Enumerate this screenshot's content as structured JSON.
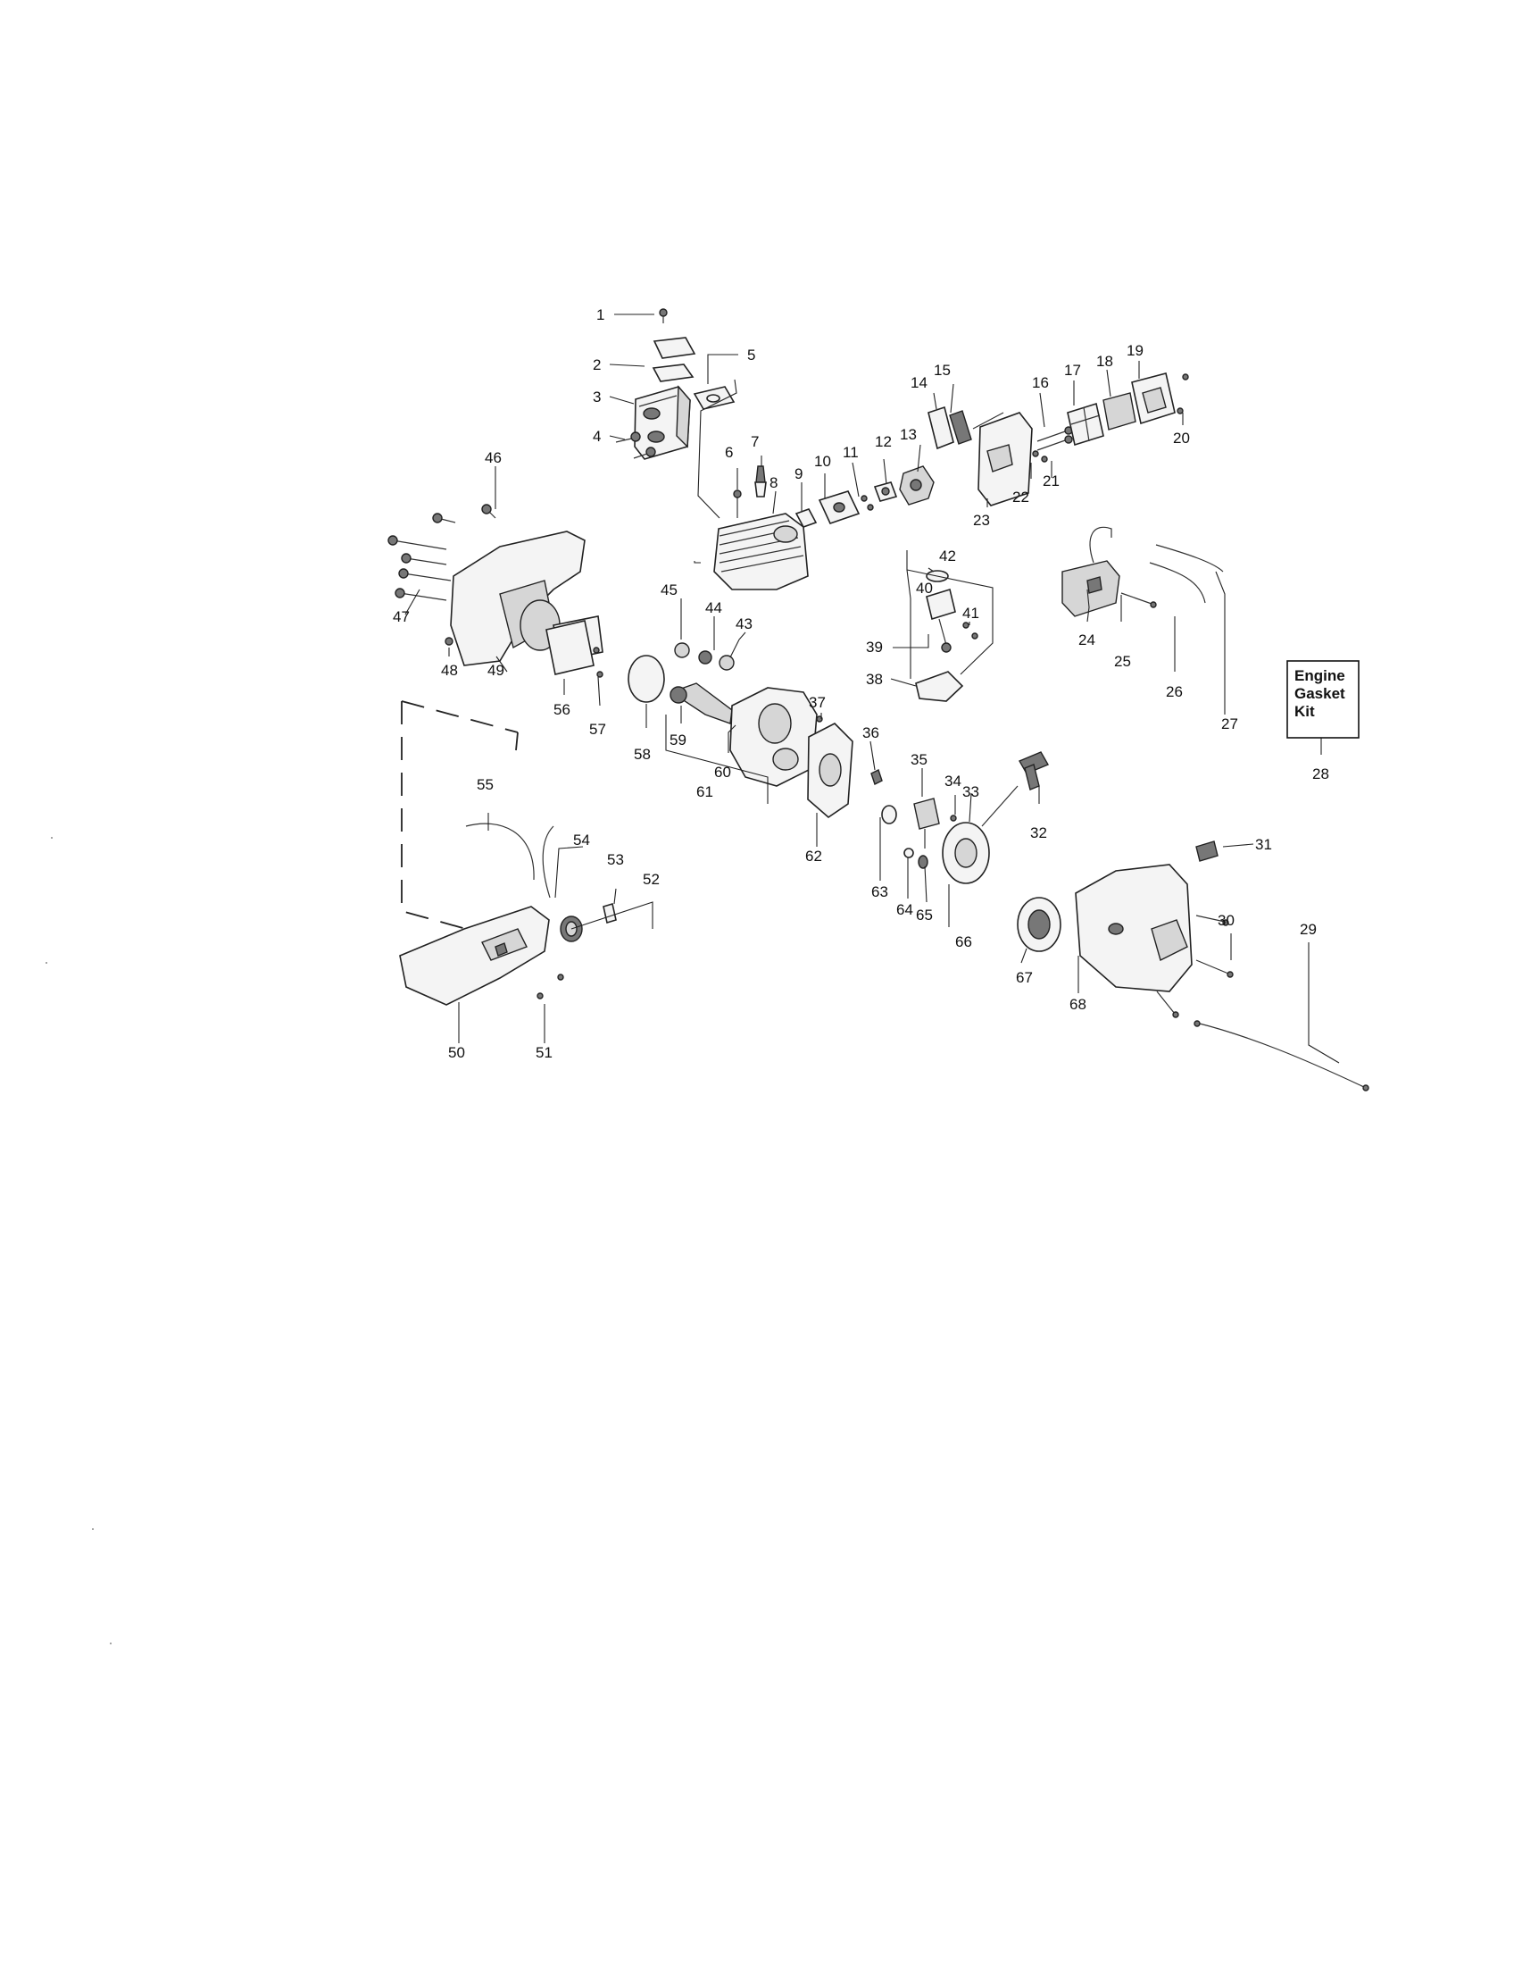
{
  "diagram": {
    "callouts": [
      "1",
      "2",
      "3",
      "4",
      "5",
      "6",
      "7",
      "8",
      "9",
      "10",
      "11",
      "12",
      "13",
      "14",
      "15",
      "16",
      "17",
      "18",
      "19",
      "20",
      "21",
      "22",
      "23",
      "24",
      "25",
      "26",
      "27",
      "28",
      "29",
      "30",
      "31",
      "32",
      "33",
      "34",
      "35",
      "36",
      "37",
      "38",
      "39",
      "40",
      "41",
      "42",
      "43",
      "44",
      "45",
      "46",
      "47",
      "48",
      "49",
      "50",
      "51",
      "52",
      "53",
      "54",
      "55",
      "56",
      "57",
      "58",
      "59",
      "60",
      "61",
      "62",
      "63",
      "64",
      "65",
      "66",
      "67",
      "68"
    ],
    "kit_box": {
      "lines": [
        "Engine",
        "Gasket",
        "Kit"
      ]
    }
  }
}
